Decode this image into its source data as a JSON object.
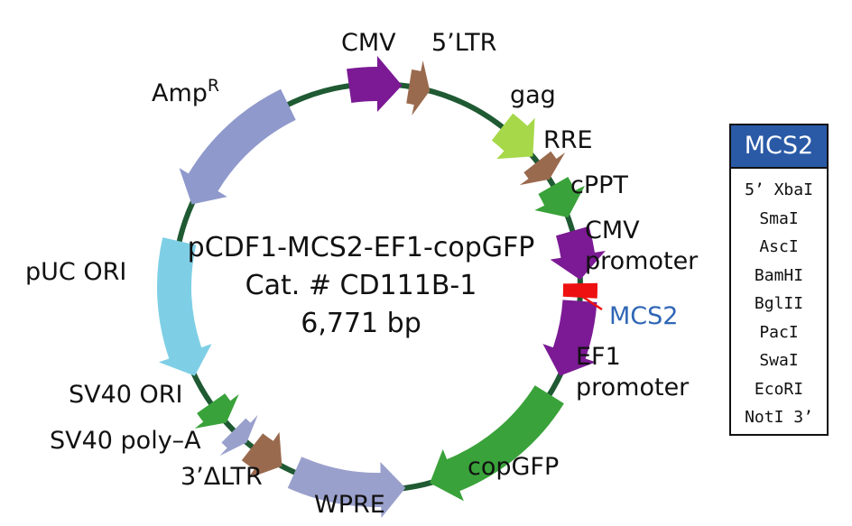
{
  "plasmid": {
    "name": "pCDF1-MCS2-EF1-copGFP",
    "catalog": "Cat. # CD111B-1",
    "size": "6,771 bp"
  },
  "features": [
    {
      "id": "cmv-top",
      "label": "CMV",
      "color": "#7b1a94",
      "start": 352,
      "end": 7,
      "dir": "cw"
    },
    {
      "id": "ltr5",
      "label": "5'LTR",
      "color": "#9a6a4e",
      "start": 9,
      "end": 15,
      "dir": "cw"
    },
    {
      "id": "gag",
      "label": "gag",
      "color": "#a6d84a",
      "start": 38,
      "end": 50,
      "dir": "cw"
    },
    {
      "id": "rre",
      "label": "RRE",
      "color": "#9a6a4e",
      "start": 52,
      "end": 58,
      "dir": "cw"
    },
    {
      "id": "cppt",
      "label": "cPPT",
      "color": "#3aa23a",
      "start": 60,
      "end": 70,
      "dir": "cw"
    },
    {
      "id": "cmv-prom",
      "label": "CMV promoter",
      "color": "#7b1a94",
      "start": 74,
      "end": 88,
      "dir": "cw"
    },
    {
      "id": "mcs2",
      "label": "MCS2",
      "color": "#ee1111",
      "start": 89,
      "end": 93,
      "dir": "none"
    },
    {
      "id": "ef1",
      "label": "EF1 promoter",
      "color": "#7b1a94",
      "start": 94,
      "end": 116,
      "dir": "cw"
    },
    {
      "id": "copgfp",
      "label": "copGFP",
      "color": "#3aa23a",
      "start": 122,
      "end": 165,
      "dir": "cw"
    },
    {
      "id": "wpre",
      "label": "WPRE",
      "color": "#9aa0cc",
      "start": 172,
      "end": 204,
      "dir": "ccw"
    },
    {
      "id": "ltr3",
      "label": "3'ΔLTR",
      "color": "#9a6a4e",
      "start": 208,
      "end": 218,
      "dir": "ccw"
    },
    {
      "id": "sv40pa",
      "label": "SV40 poly-A",
      "color": "#9aa0cc",
      "start": 220,
      "end": 225,
      "dir": "ccw"
    },
    {
      "id": "sv40ori",
      "label": "SV40 ORI",
      "color": "#3aa23a",
      "start": 228,
      "end": 235,
      "dir": "ccw"
    },
    {
      "id": "puc",
      "label": "pUC ORI",
      "color": "#7ecfe6",
      "start": 244,
      "end": 283,
      "dir": "ccw"
    },
    {
      "id": "amp",
      "label": "AmpR",
      "color": "#8f99cc",
      "start": 294,
      "end": 334,
      "dir": "ccw"
    }
  ],
  "labels": {
    "cmv": "CMV",
    "ltr5": "5’LTR",
    "gag": "gag",
    "rre": "RRE",
    "cppt": "cPPT",
    "cmv_promoter_1": "CMV",
    "cmv_promoter_2": "promoter",
    "mcs2": "MCS2",
    "ef1_1": "EF1",
    "ef1_2": "promoter",
    "copgfp": "copGFP",
    "wpre": "WPRE",
    "ltr3": "3’ΔLTR",
    "sv40_polya": "SV40 poly–A",
    "sv40_ori": "SV40 ORI",
    "puc_ori": "pUC ORI",
    "amp_main": "Amp",
    "amp_super": "R"
  },
  "mcs_panel": {
    "title": "MCS2",
    "sites": [
      "5’ XbaI",
      "SmaI",
      "AscI",
      "BamHI",
      "BglII",
      "PacI",
      "SwaI",
      "EcoRI",
      "NotI 3’"
    ]
  },
  "colors": {
    "backbone": "#1f5a33",
    "mcs_pointer": "#ee1111",
    "mcs_text": "#2f66b5",
    "panel_header": "#2a5aa6"
  }
}
